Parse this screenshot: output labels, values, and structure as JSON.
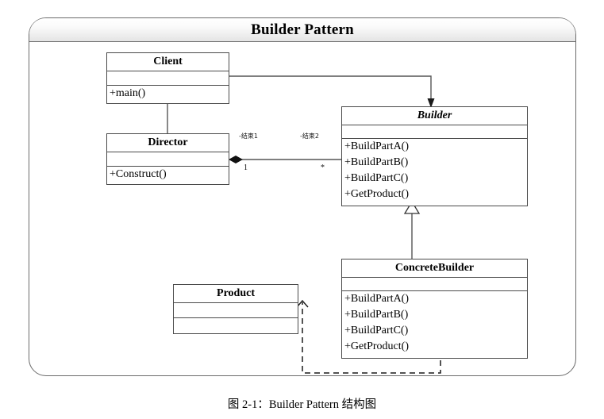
{
  "diagram": {
    "type": "uml-class-diagram",
    "frame_title": "Builder Pattern",
    "caption": "图 2-1：Builder Pattern 结构图",
    "classes": [
      {
        "id": "client",
        "name": "Client",
        "abstract": false,
        "attributes": [],
        "operations": [
          "+main()"
        ]
      },
      {
        "id": "director",
        "name": "Director",
        "abstract": false,
        "attributes": [],
        "operations": [
          "+Construct()"
        ]
      },
      {
        "id": "builder",
        "name": "Builder",
        "abstract": true,
        "attributes": [],
        "operations": [
          "+BuildPartA()",
          "+BuildPartB()",
          "+BuildPartC()",
          "+GetProduct()"
        ]
      },
      {
        "id": "concrete_builder",
        "name": "ConcreteBuilder",
        "abstract": false,
        "attributes": [],
        "operations": [
          "+BuildPartA()",
          "+BuildPartB()",
          "+BuildPartC()",
          "+GetProduct()"
        ]
      },
      {
        "id": "product",
        "name": "Product",
        "abstract": false,
        "attributes": [],
        "operations": []
      }
    ],
    "relations": [
      {
        "id": "client-builder",
        "from": "Client",
        "to": "Builder",
        "kind": "association-directed",
        "line": "solid",
        "arrow": "filled"
      },
      {
        "id": "client-director",
        "from": "Client",
        "to": "Director",
        "kind": "association",
        "line": "solid",
        "arrow": "none"
      },
      {
        "id": "director-builder",
        "from": "Director",
        "to": "Builder",
        "kind": "composition",
        "line": "solid",
        "arrow": "filled-diamond",
        "source_role": "-结束1",
        "target_role": "-结束2",
        "source_multiplicity": "1",
        "target_multiplicity": "*"
      },
      {
        "id": "concretebuilder-builder",
        "from": "ConcreteBuilder",
        "to": "Builder",
        "kind": "generalization",
        "line": "solid",
        "arrow": "hollow-triangle"
      },
      {
        "id": "concretebuilder-product",
        "from": "ConcreteBuilder",
        "to": "Product",
        "kind": "dependency",
        "line": "dashed",
        "arrow": "open"
      }
    ]
  },
  "colors": {
    "frame_border": "#6b6b6b",
    "class_border": "#4a4a4a",
    "connector": "#555555",
    "background": "#ffffff",
    "text": "#000000"
  }
}
